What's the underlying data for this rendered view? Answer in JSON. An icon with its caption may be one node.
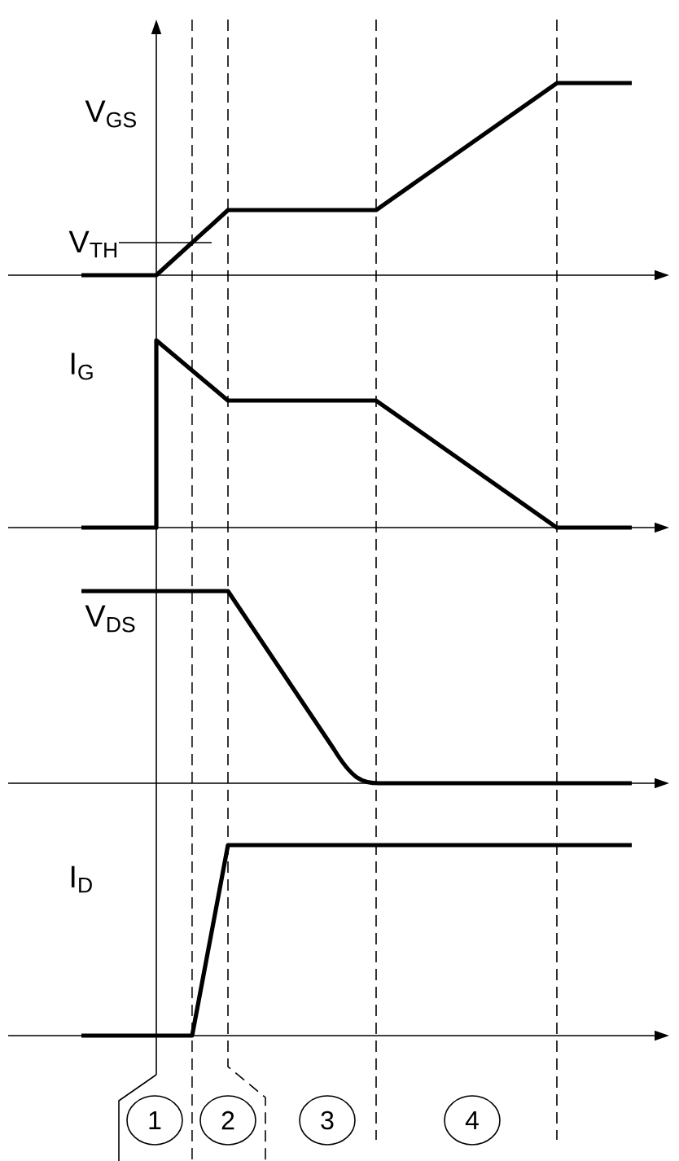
{
  "diagram": {
    "nodes": [
      {
        "text": [
          "1"
        ]
      },
      {
        "text": [
          "2"
        ]
      },
      {
        "text": [
          "3"
        ]
      },
      {
        "text": [
          "4"
        ]
      }
    ],
    "labels": [
      "V$_{GS}$",
      "V$_{TH}$",
      "I$_{G}$",
      "V$_{DS}$",
      "I$_{D}$"
    ]
  }
}
